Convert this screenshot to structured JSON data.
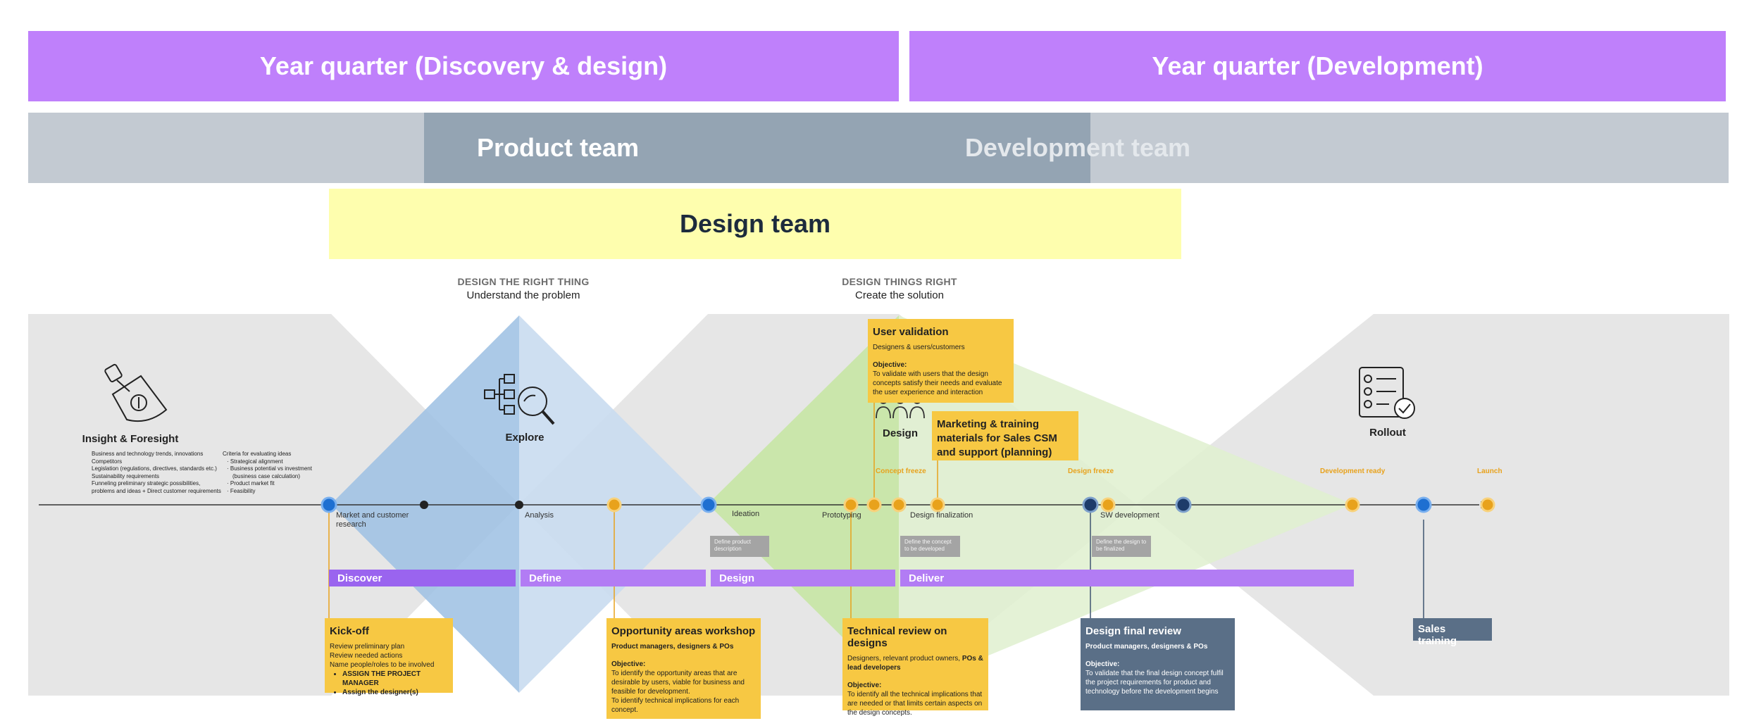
{
  "quarters": [
    {
      "label": "Year quarter (Discovery & design)"
    },
    {
      "label": "Year quarter (Development)"
    }
  ],
  "teams": {
    "product": "Product team",
    "development": "Development team",
    "design": "Design team"
  },
  "phases": {
    "left": {
      "caption": "DESIGN THE RIGHT THING",
      "subtitle": "Understand the problem"
    },
    "right": {
      "caption": "DESIGN THINGS RIGHT",
      "subtitle": "Create the solution"
    }
  },
  "icons": {
    "insight": {
      "title": "Insight & Foresight",
      "icon": "lamp-icon"
    },
    "explore": {
      "title": "Explore",
      "icon": "sitemap-search-icon"
    },
    "design": {
      "title": "Design",
      "icon": "people-icon"
    },
    "rollout": {
      "title": "Rollout",
      "icon": "checklist-icon"
    }
  },
  "insight_list_left": [
    "Business and technology trends, innovations",
    "Competitors",
    "Legislation (regulations, directives, standards etc.)",
    "Sustainability requirements",
    "Funneling preliminary strategic possibilities,",
    "problems and ideas + Direct customer requirements"
  ],
  "insight_list_right": {
    "heading": "Criteria for evaluating ideas",
    "items": [
      "Strategical alignment",
      "Business potential vs investment",
      "(business case calculation)",
      "Product market fit",
      "Feasibility"
    ]
  },
  "timeline_labels": {
    "market": "Market and customer research",
    "analysis": "Analysis",
    "ideation": "Ideation",
    "prototyping": "Prototyping",
    "design_finalization": "Design finalization",
    "sw_development": "SW development"
  },
  "milestones": {
    "concept_freeze": "Concept freeze",
    "design_freeze": "Design freeze",
    "development_ready": "Development ready",
    "launch": "Launch"
  },
  "stages": [
    "Discover",
    "Define",
    "Design",
    "Deliver"
  ],
  "notes": {
    "define_product": "Define product description",
    "define_concept": "Define the concept to be developed",
    "define_design": "Define the design to be finalized"
  },
  "cards": {
    "kickoff": {
      "title": "Kick-off",
      "lines": [
        "Review preliminary plan",
        "Review needed actions",
        "Name people/roles to be involved"
      ],
      "bullets": [
        "ASSIGN THE PROJECT MANAGER",
        "Assign the designer(s)"
      ]
    },
    "workshop": {
      "title": "Opportunity areas workshop",
      "who": "Product managers, designers & POs",
      "objective_label": "Objective:",
      "objective": "To identify the opportunity areas that are desirable by users, viable for business and feasible for development.",
      "objective2": "To identify technical implications for each concept."
    },
    "validation": {
      "title": "User validation",
      "who": "Designers & users/customers",
      "objective_label": "Objective:",
      "objective": "To validate with users that the design concepts satisfy their needs and evaluate the user experience and interaction"
    },
    "marketing": {
      "title": "Marketing & training materials for Sales CSM and support (planning)"
    },
    "tech_review": {
      "title": "Technical review on designs",
      "who_plain": "Designers, relevant product owners,",
      "who_bold": "POs & lead developers",
      "objective_label": "Objective:",
      "objective": "To identify all the technical implications that are needed or that limits certain aspects on the design concepts."
    },
    "final_review": {
      "title": "Design final review",
      "who": "Product managers, designers & POs",
      "objective_label": "Objective:",
      "objective": "To validate that the final design concept fulfil the project requirements for product and technology before the development begins"
    },
    "sales": {
      "title": "Sales training"
    }
  },
  "colors": {
    "quarter": "#bf80fb",
    "product_team": "#94a4b3",
    "dev_team": "#c3cad2",
    "design_team": "#fefeae",
    "left_diamond": "#a9c7e6",
    "right_diamond": "#c8e6a9",
    "card_yellow": "#f7c843",
    "card_slate": "#5a6f87",
    "stage": "#b27cf4",
    "milestone": "#e8a21c"
  }
}
